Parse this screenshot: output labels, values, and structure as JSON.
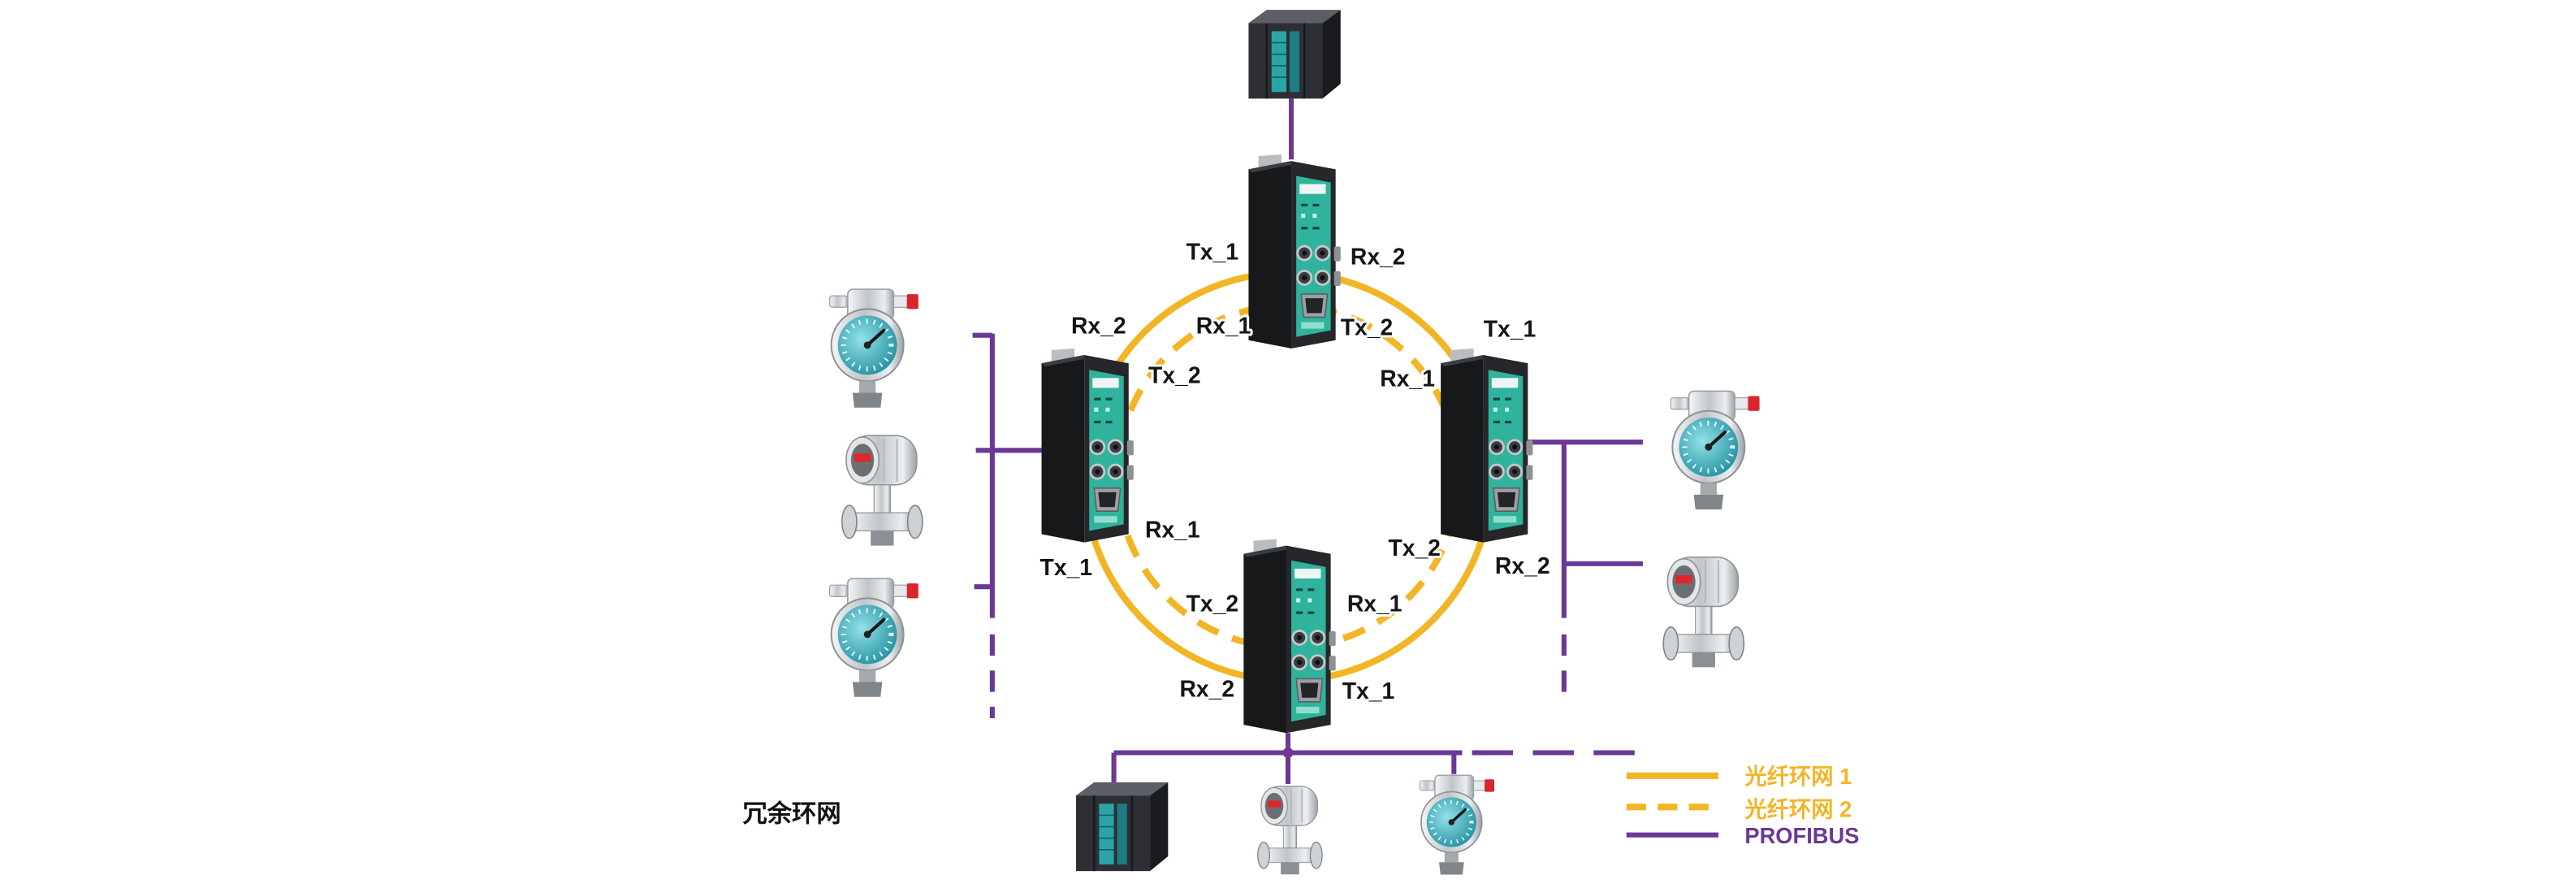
{
  "diagram": {
    "caption": "冗余环网",
    "converters": {
      "top": {
        "tx_1": "Tx_1",
        "rx_2": "Rx_2",
        "rx_1": "Rx_1",
        "tx_2": "Tx_2"
      },
      "left": {
        "rx_2": "Rx_2",
        "tx_2": "Tx_2",
        "rx_1": "Rx_1",
        "tx_1": "Tx_1"
      },
      "right": {
        "tx_1": "Tx_1",
        "rx_1": "Rx_1",
        "tx_2": "Tx_2",
        "rx_2": "Rx_2"
      },
      "bottom": {
        "tx_2": "Tx_2",
        "rx_1": "Rx_1",
        "rx_2": "Rx_2",
        "tx_1": "Tx_1"
      }
    },
    "icons": {
      "controller": "plc-icon",
      "converter": "fiber-converter-icon",
      "gauge": "pressure-gauge-icon",
      "transmitter": "pressure-transmitter-icon"
    }
  },
  "legend": [
    {
      "label": "光纤环网 1",
      "color": "#f2b526"
    },
    {
      "label": "光纤环网 2",
      "color": "#f2b526"
    },
    {
      "label": "PROFIBUS",
      "color": "#6b3896"
    }
  ]
}
